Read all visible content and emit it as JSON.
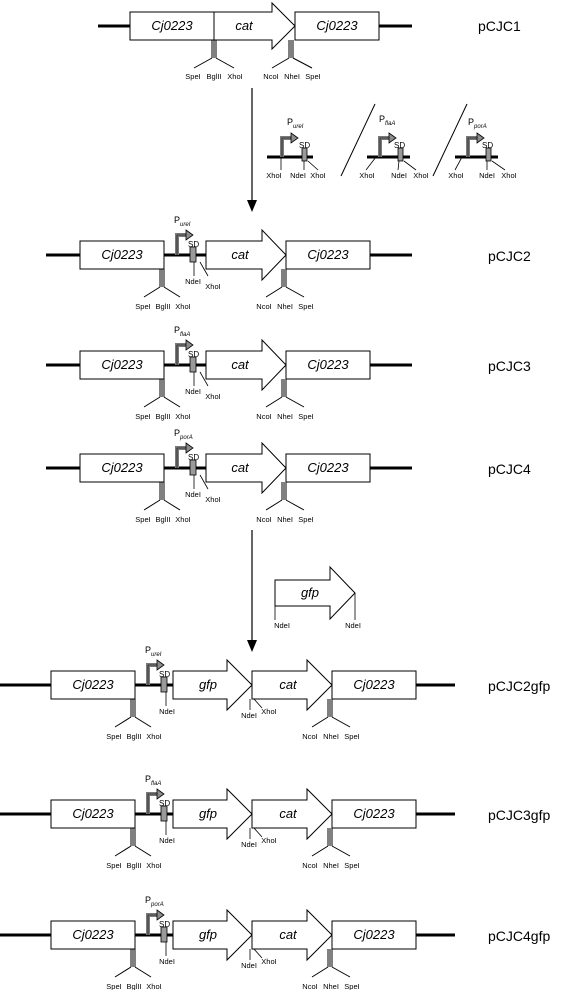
{
  "genes": {
    "cj": "Cj0223",
    "cat": "cat",
    "gfp": "gfp"
  },
  "sites": {
    "spe": "SpeI",
    "bgl": "BglII",
    "xho": "XhoI",
    "nco": "NcoI",
    "nhe": "NheI",
    "nde": "NdeI"
  },
  "sd": "SD",
  "promoters": {
    "base": "P",
    "ureI": "ureI",
    "flaA": "flaA",
    "porA": "porA"
  },
  "plasmids": [
    "pCJC1",
    "pCJC2",
    "pCJC3",
    "pCJC4",
    "pCJC2gfp",
    "pCJC3gfp",
    "pCJC4gfp"
  ],
  "colors": {
    "promoter_fill": "#8c8c8c",
    "sd_fill": "#9a9a9a",
    "line": "#000000"
  }
}
